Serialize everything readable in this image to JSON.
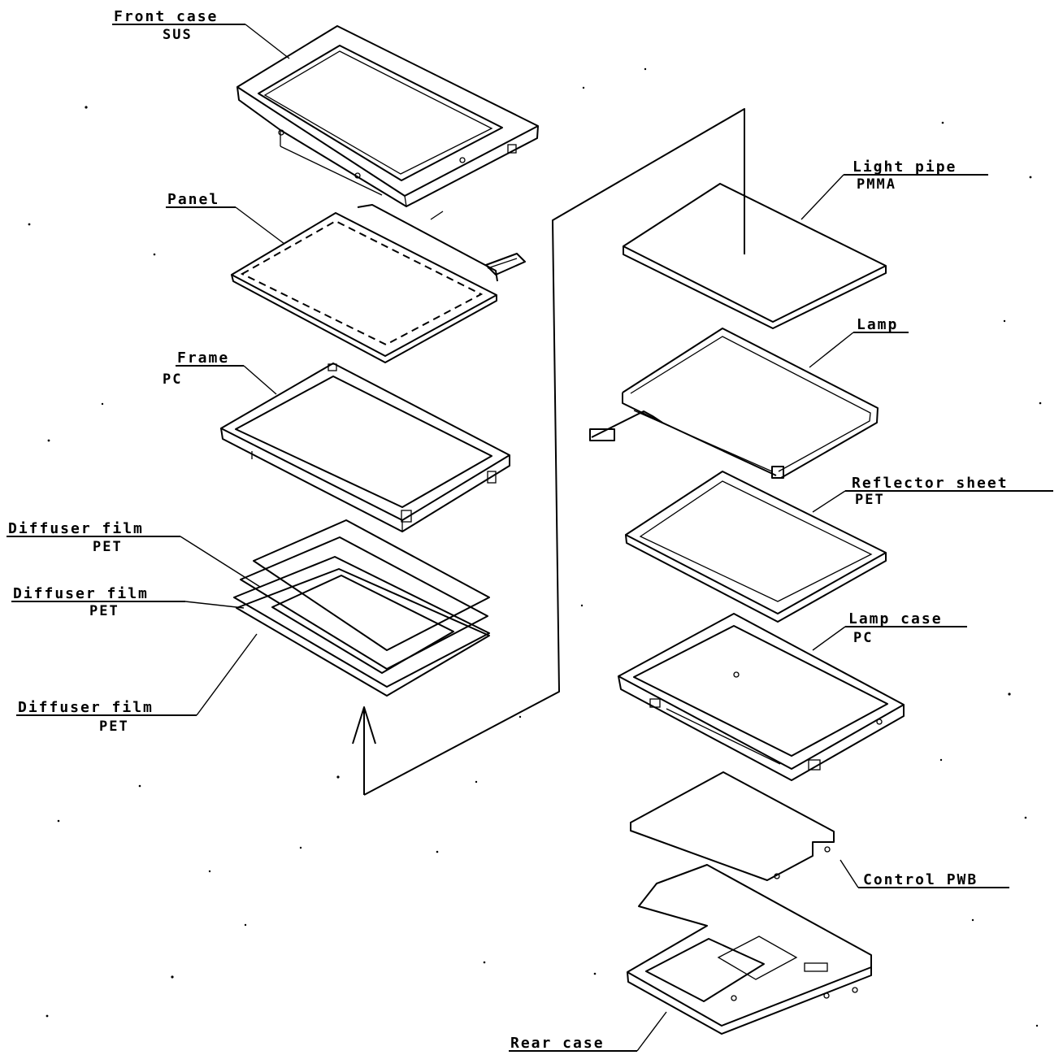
{
  "labels": {
    "front_case": "Front case",
    "front_case_material": "SUS",
    "panel": "Panel",
    "frame": "Frame",
    "frame_material": "PC",
    "diffuser_1": "Diffuser film",
    "diffuser_1_material": "PET",
    "diffuser_2": "Diffuser film",
    "diffuser_2_material": "PET",
    "diffuser_3": "Diffuser film",
    "diffuser_3_material": "PET",
    "light_pipe": "Light pipe",
    "light_pipe_material": "PMMA",
    "lamp": "Lamp",
    "reflector_sheet": "Reflector sheet",
    "reflector_sheet_material": "PET",
    "lamp_case": "Lamp case",
    "lamp_case_material": "PC",
    "control_pwb": "Control PWB",
    "rear_case": "Rear case"
  },
  "colors": {
    "ink": "#000000",
    "paper": "#ffffff"
  }
}
